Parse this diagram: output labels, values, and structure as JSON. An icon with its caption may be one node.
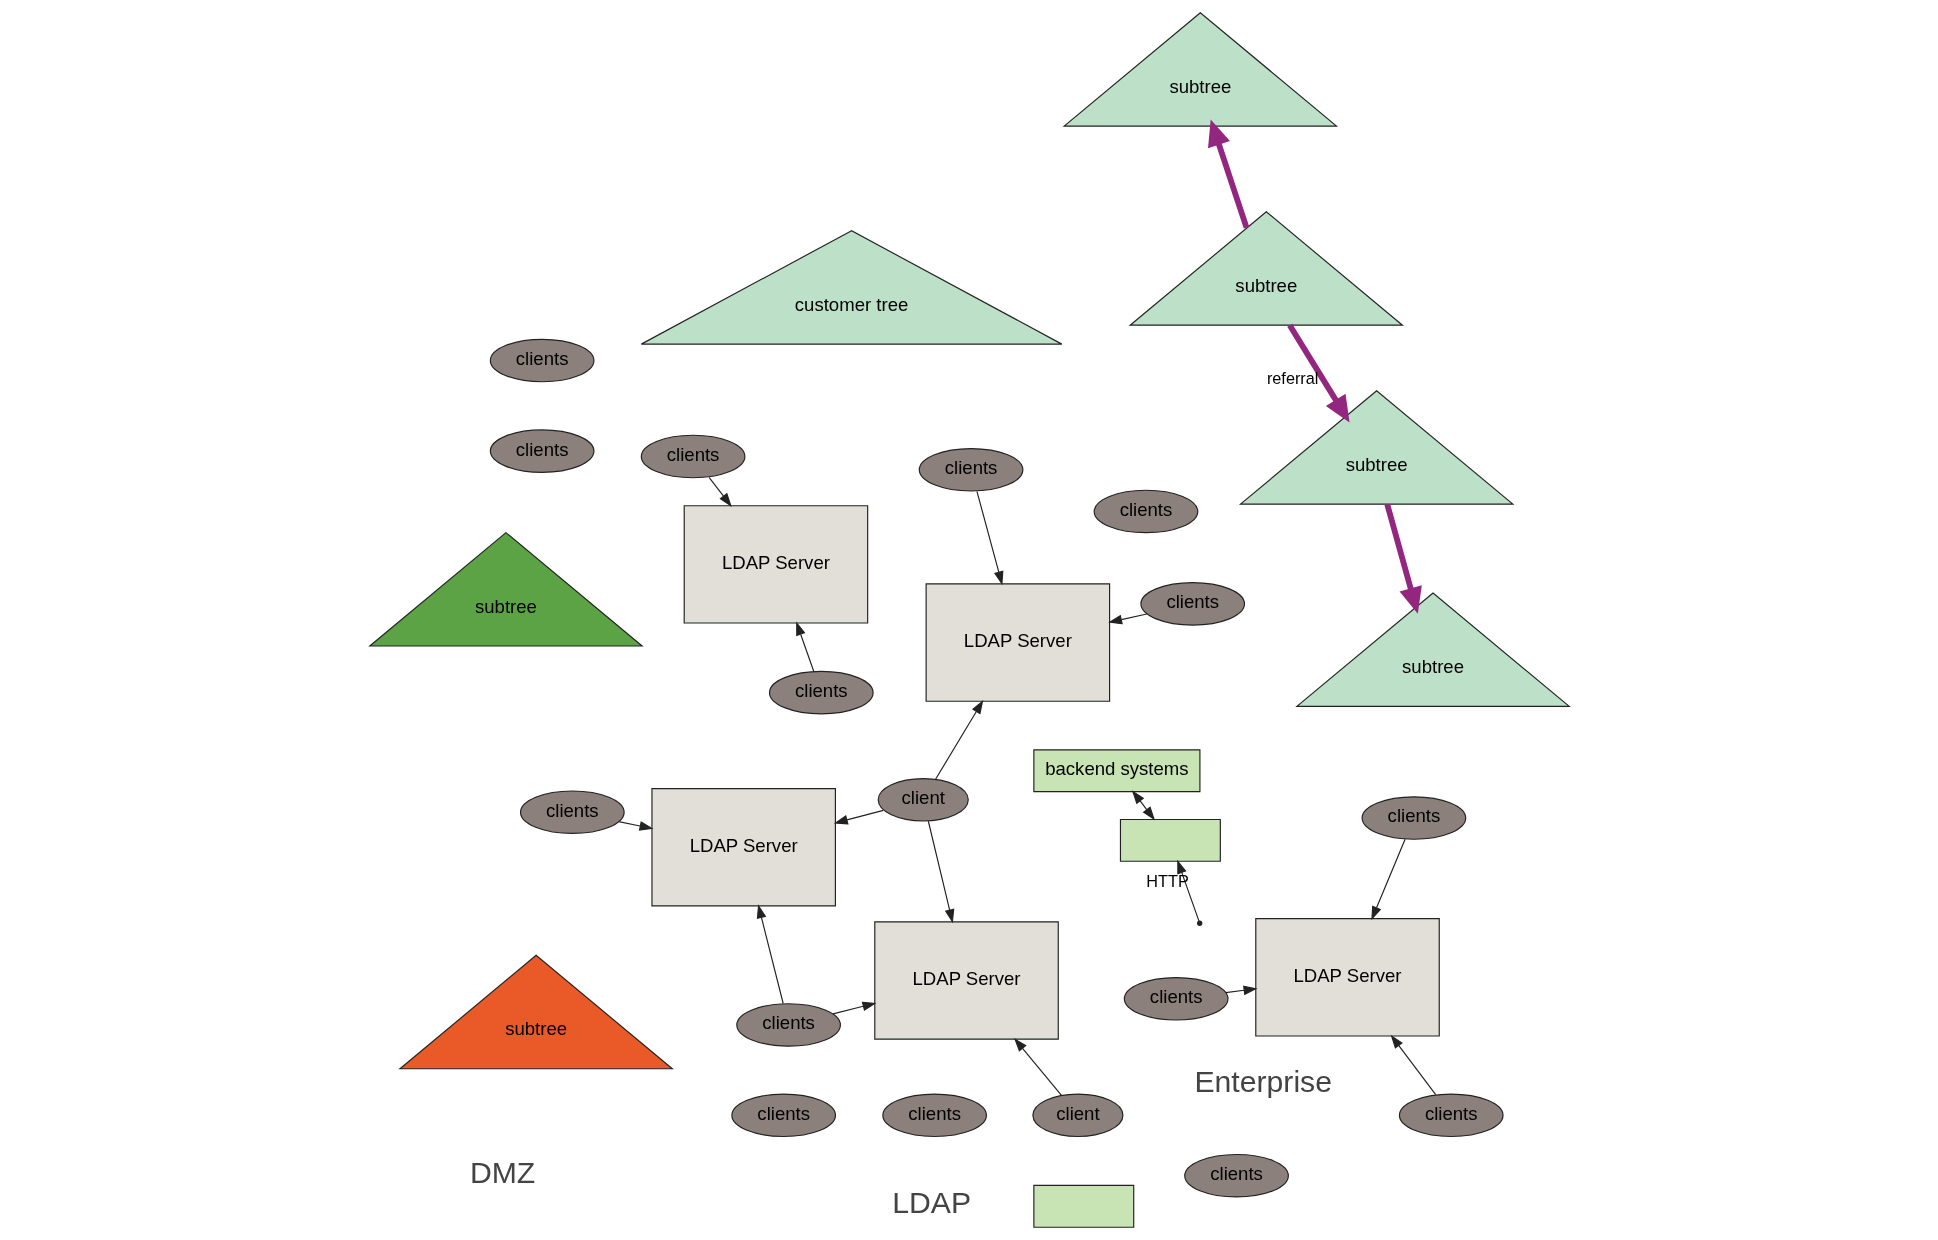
{
  "diagram": {
    "nodes": [
      {
        "text": [
          "clients"
        ]
      },
      {
        "text": [
          "clients"
        ]
      },
      {
        "text": [
          "clients"
        ]
      },
      {
        "text": [
          "clients"
        ]
      },
      {
        "text": [
          "clients"
        ]
      },
      {
        "text": [
          "LDAP Server"
        ]
      },
      {
        "text": [
          "LDAP Server"
        ]
      },
      {
        "text": [
          "LDAP Server"
        ]
      },
      {
        "text": [
          "LDAP Server"
        ]
      },
      {
        "text": [
          "LDAP Server"
        ]
      },
      {
        "text": [],
        "shape": "box"
      },
      {
        "text": [
          "backend systems"
        ]
      },
      {
        "text": [],
        "shape": "box"
      },
      {
        "text": [
          "client"
        ]
      },
      {
        "text": [
          "client"
        ]
      },
      {
        "text": [
          "clients"
        ]
      },
      {
        "text": [
          "clients"
        ]
      },
      {
        "text": [
          "clients"
        ]
      },
      {
        "text": [
          "clients"
        ]
      },
      {
        "text": [
          "clients"
        ]
      },
      {
        "text": [
          "clients"
        ]
      },
      {
        "text": [
          "clients"
        ]
      },
      {
        "text": [
          "clients"
        ]
      },
      {
        "text": [
          "clients"
        ]
      },
      {
        "text": [
          "clients"
        ]
      },
      {
        "text": [
          "subtree"
        ]
      },
      {
        "text": [
          "subtree"
        ]
      },
      {
        "text": [
          "subtree"
        ]
      },
      {
        "text": [
          "subtree"
        ]
      },
      {
        "text": [
          "subtree"
        ]
      },
      {
        "text": [
          "subtree"
        ]
      },
      {
        "text": [
          "customer tree"
        ]
      }
    ],
    "edges": [
      {
        "from": 0,
        "to": 5,
        "arrow": "to"
      },
      {
        "from": 2,
        "to": 8,
        "arrow": "to"
      },
      {
        "from": 3,
        "to": 7,
        "arrow": "to"
      },
      {
        "from": 4,
        "to": 6,
        "arrow": "to"
      },
      {
        "from": 13,
        "to": 5,
        "arrow": "to"
      },
      {
        "from": 13,
        "to": 8,
        "arrow": "to"
      },
      {
        "from": 13,
        "to": 9,
        "arrow": "to"
      },
      {
        "from": 17,
        "to": 5,
        "arrow": "to"
      },
      {
        "from": 18,
        "to": 7,
        "arrow": "to"
      },
      {
        "from": 19,
        "to": 8,
        "arrow": "to"
      },
      {
        "from": 17,
        "to": 9,
        "arrow": "to"
      },
      {
        "from": 14,
        "to": 9,
        "arrow": "to"
      },
      {
        "from": 11,
        "to": 12,
        "arrow": "both"
      },
      {
        "from": null,
        "to": 12,
        "label": "HTTP",
        "arrow": "to"
      },
      {
        "from": 20,
        "to": 6,
        "arrow": "to"
      },
      {
        "from": 23,
        "to": 7,
        "arrow": "to"
      },
      {
        "from": 25,
        "to": 28,
        "label": "referral",
        "arrow": "to",
        "style": "thick",
        "color": "#93277f"
      },
      {
        "from": 25,
        "to": 30,
        "arrow": "to",
        "style": "thick",
        "color": "#93277f"
      },
      {
        "from": 28,
        "to": 29,
        "arrow": "to",
        "style": "thick",
        "color": "#93277f"
      }
    ],
    "labels": [
      "Enterprise",
      "DMZ",
      "LDAP"
    ]
  }
}
